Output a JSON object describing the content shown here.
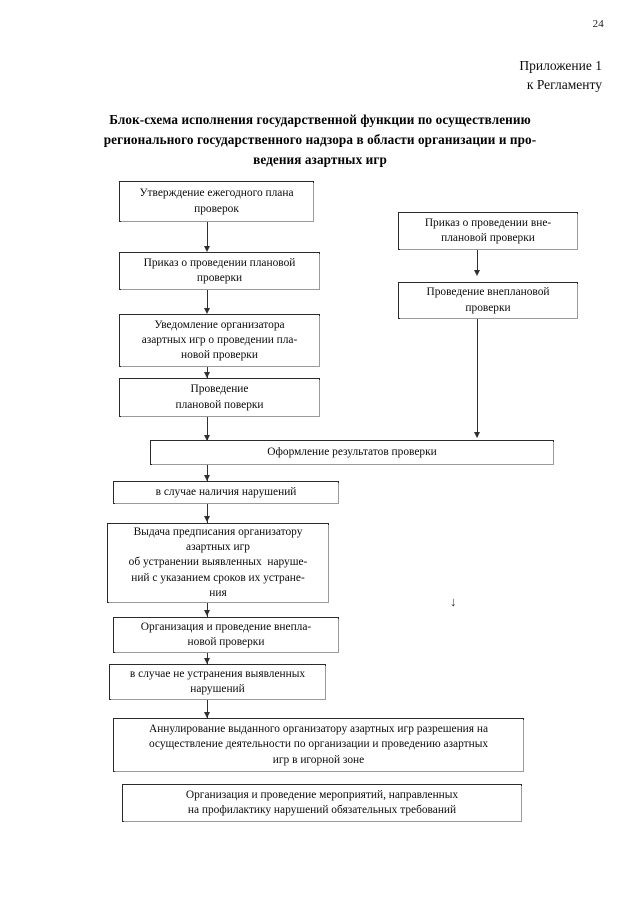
{
  "document": {
    "page_number": "24",
    "appendix": {
      "line1": "Приложение 1",
      "line2": "к Регламенту"
    },
    "title": {
      "line1": "Блок-схема исполнения государственной функции по осуществлению",
      "line2": "регионального государственного надзора в области организации и про-",
      "line3": "ведения азартных игр"
    }
  },
  "flowchart": {
    "boxes": [
      {
        "id": "annual-plan-approval",
        "line1": "Утверждение ежегодного плана",
        "line2": "проверок"
      },
      {
        "id": "scheduled-inspection-order",
        "line1": "Приказ о проведении плановой",
        "line2": "проверки"
      },
      {
        "id": "organizer-notification",
        "line1": "Уведомление организатора",
        "line2": "азартных игр о проведении пла-",
        "line3": "новой проверки"
      },
      {
        "id": "scheduled-inspection-execution",
        "line1": "Проведение",
        "line2": "плановой поверки"
      },
      {
        "id": "unscheduled-inspection-order",
        "line1": "Приказ о проведении вне-",
        "line2": "плановой проверки"
      },
      {
        "id": "unscheduled-inspection-execution",
        "line1": "Проведение внеплановой",
        "line2": "проверки"
      },
      {
        "id": "results-documentation",
        "line1": "Оформление результатов проверки"
      },
      {
        "id": "violations-found",
        "line1": "в случае наличия нарушений"
      },
      {
        "id": "order-issuance",
        "line1": "Выдача предписания организатору",
        "line2": "азартных игр",
        "line3": "об устранении выявленных  наруше-",
        "line4": "ний с указанием сроков их устране-",
        "line5": "ния"
      },
      {
        "id": "unscheduled-inspection-organization",
        "line1": "Организация и проведение внепла-",
        "line2": "новой проверки"
      },
      {
        "id": "violations-not-remedied",
        "line1": "в случае не устранения выявленных",
        "line2": "нарушений"
      },
      {
        "id": "permit-annulment",
        "line1": "Аннулирование выданного организатору азартных игр разрешения на",
        "line2": "осуществление деятельности по организации и проведению азартных",
        "line3": "игр в игорной зоне"
      },
      {
        "id": "prevention-measures",
        "line1": "Организация и проведение мероприятий, направленных",
        "line2": "на профилактику нарушений обязательных требований"
      }
    ],
    "loose_arrow_glyph": "↓"
  }
}
